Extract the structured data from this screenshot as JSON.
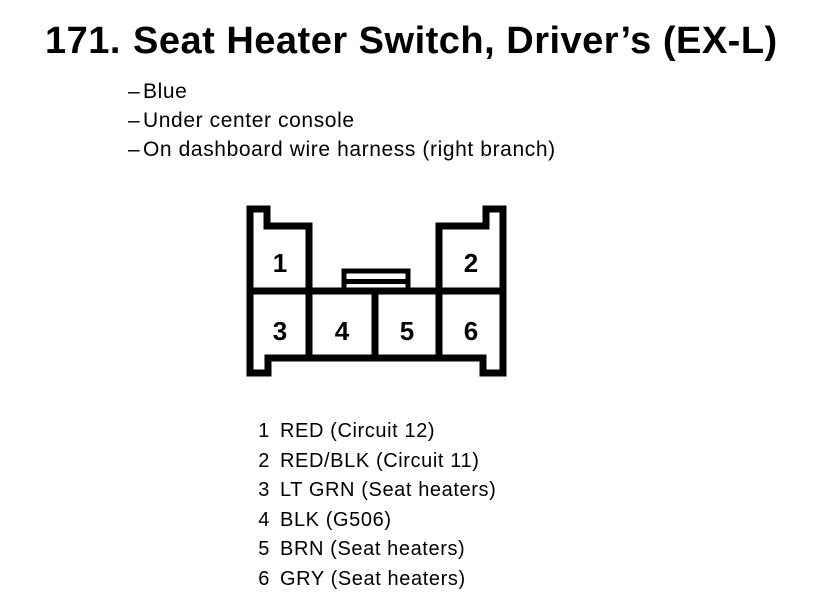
{
  "header": {
    "item_number": "171.",
    "title": "Seat Heater Switch, Driver’s (EX-L)"
  },
  "details": [
    {
      "dash": "–",
      "text": "Blue"
    },
    {
      "dash": "–",
      "text": "Under center console"
    },
    {
      "dash": "–",
      "text": "On dashboard wire harness (right branch)"
    }
  ],
  "connector": {
    "pin_labels": [
      "1",
      "2",
      "3",
      "4",
      "5",
      "6"
    ],
    "top_row_pins": "1, 2",
    "bottom_row_pins": "3, 4, 5, 6"
  },
  "pin_list": [
    {
      "pin": "1",
      "desc": "RED (Circuit 12)"
    },
    {
      "pin": "2",
      "desc": "RED/BLK (Circuit 11)"
    },
    {
      "pin": "3",
      "desc": "LT GRN (Seat heaters)"
    },
    {
      "pin": "4",
      "desc": "BLK (G506)"
    },
    {
      "pin": "5",
      "desc": "BRN (Seat heaters)"
    },
    {
      "pin": "6",
      "desc": "GRY (Seat heaters)"
    }
  ],
  "colors": {
    "ink": "#000000",
    "background": "#ffffff"
  }
}
